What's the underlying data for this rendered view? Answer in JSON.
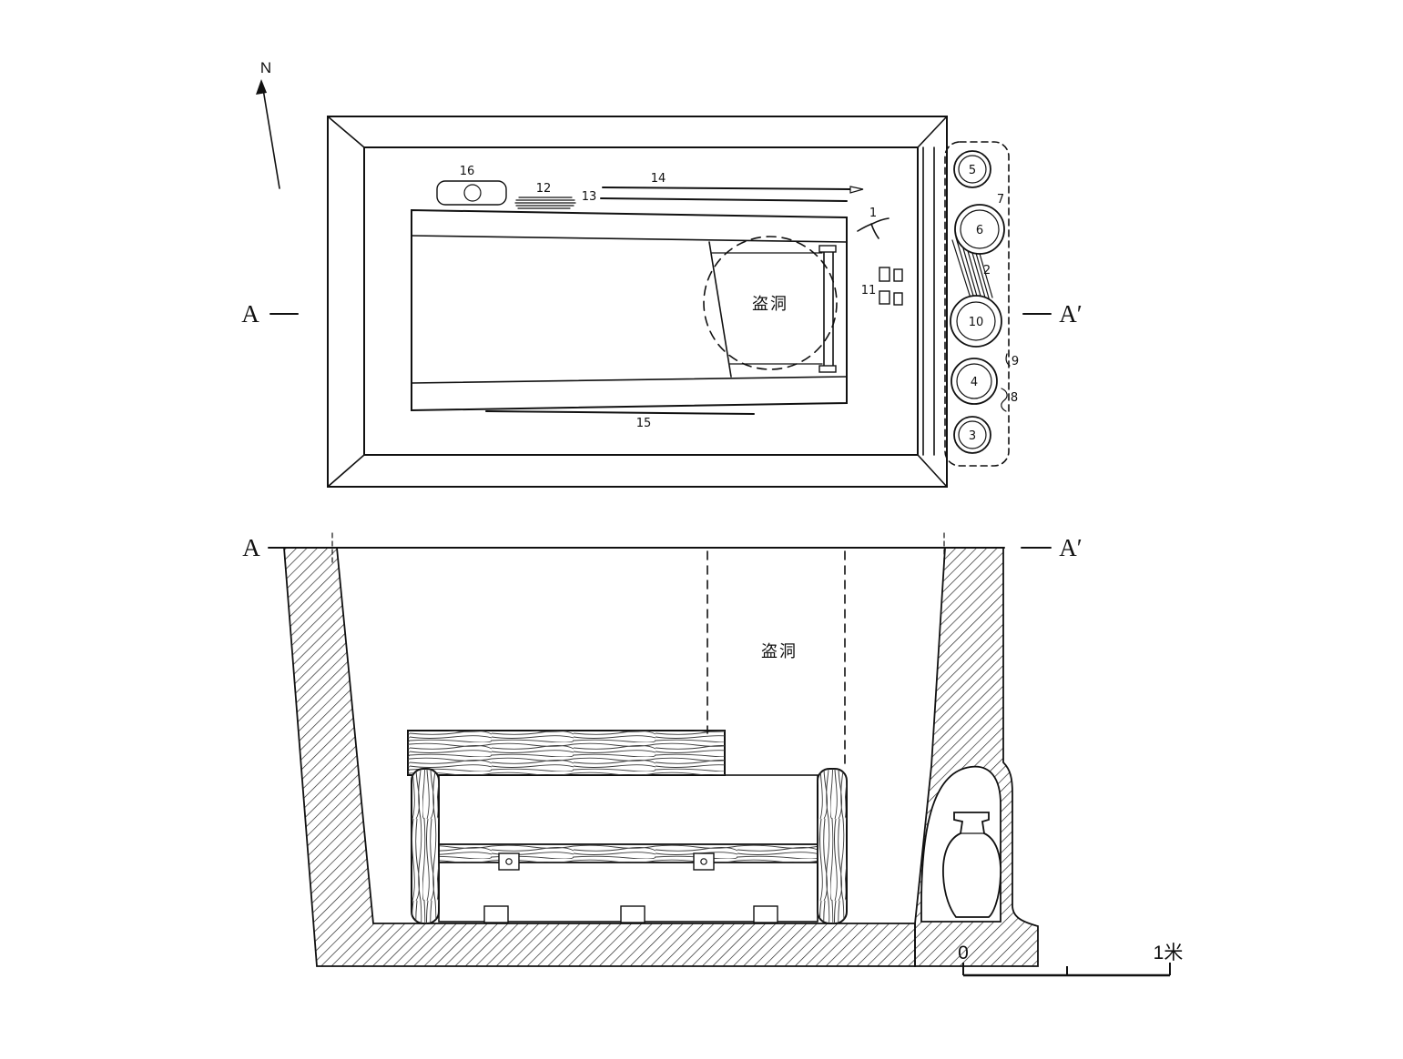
{
  "compass": {
    "north_label": "N"
  },
  "plan": {
    "section_label_left": "A",
    "section_label_right": "A′",
    "robber_hole_label": "盗洞",
    "items": {
      "1": "1",
      "2": "2",
      "3": "3",
      "4": "4",
      "5": "5",
      "6": "6",
      "7": "7",
      "8": "8",
      "9": "9",
      "10": "10",
      "11": "11",
      "12": "12",
      "13": "13",
      "14": "14",
      "15": "15",
      "16": "16"
    }
  },
  "section": {
    "section_label_left": "A",
    "section_label_right": "A′",
    "robber_hole_label": "盗洞"
  },
  "scale_bar": {
    "zero_label": "0",
    "one_meter_label": "1米"
  }
}
